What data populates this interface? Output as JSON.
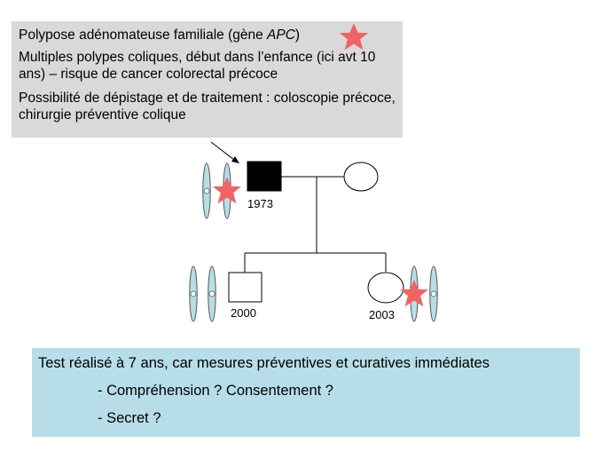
{
  "info": {
    "title_prefix": "Polypose adénomateuse familiale (gène ",
    "title_gene": "APC",
    "title_suffix": ")",
    "line2": "Multiples polypes coliques, début dans l’enfance (ici avt 10 ans) – risque de cancer colorectal précoce",
    "line3": "Possibilité de dépistage et de traitement : coloscopie précoce, chirurgie préventive colique"
  },
  "pedigree": {
    "father_year": "1973",
    "son_year": "2000",
    "daughter_year": "2003"
  },
  "bottom": {
    "line1": "Test réalisé à 7 ans, car mesures préventives et curatives immédiates",
    "line2": "- Compréhension ? Consentement ?",
    "line3": "- Secret ?"
  },
  "colors": {
    "star": "#f26363",
    "chromosome": "#b7dee8",
    "info_bg": "#d9d9d9",
    "bottom_bg": "#b7dee8"
  }
}
